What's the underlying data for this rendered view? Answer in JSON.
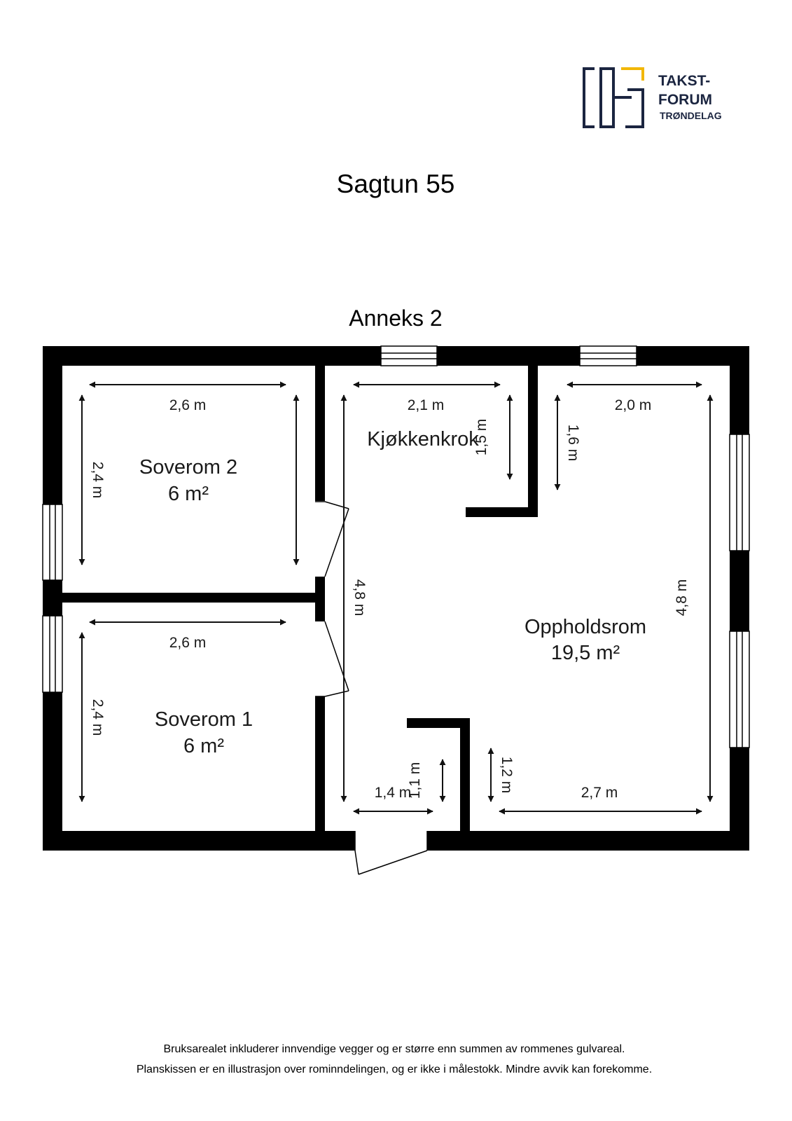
{
  "logo": {
    "line1": "TAKST-",
    "line2": "FORUM",
    "line3": "TRØNDELAG",
    "colors": {
      "navy": "#1b2540",
      "gold": "#f2b705"
    }
  },
  "title": "Sagtun 55",
  "floor_label": "Anneks 2",
  "rooms": {
    "soverom2": {
      "name": "Soverom 2",
      "area": "6 m²"
    },
    "soverom1": {
      "name": "Soverom 1",
      "area": "6 m²"
    },
    "kjokken": {
      "name": "Kjøkkenkrok"
    },
    "opphold": {
      "name": "Oppholdsrom",
      "area": "19,5 m²"
    }
  },
  "dimensions": {
    "s2_width": "2,6 m",
    "s2_height": "2,4 m",
    "s1_width": "2,6 m",
    "s1_height": "2,4 m",
    "kitchen_width": "2,1 m",
    "kitchen_depth": "1,5 m",
    "hall_height": "4,8 m",
    "living_top_width": "2,0 m",
    "living_top_depth": "1,6 m",
    "living_height": "4,8 m",
    "entry_width": "1,4 m",
    "entry_depth": "1,1 m",
    "living_step": "1,2 m",
    "living_bottom_width": "2,7 m"
  },
  "footer": {
    "line1": "Bruksarealet inkluderer innvendige vegger og er større enn summen av rommenes gulvareal.",
    "line2": "Planskissen er en illustrasjon over rominndelingen, og er ikke i målestokk. Mindre avvik kan forekomme."
  }
}
